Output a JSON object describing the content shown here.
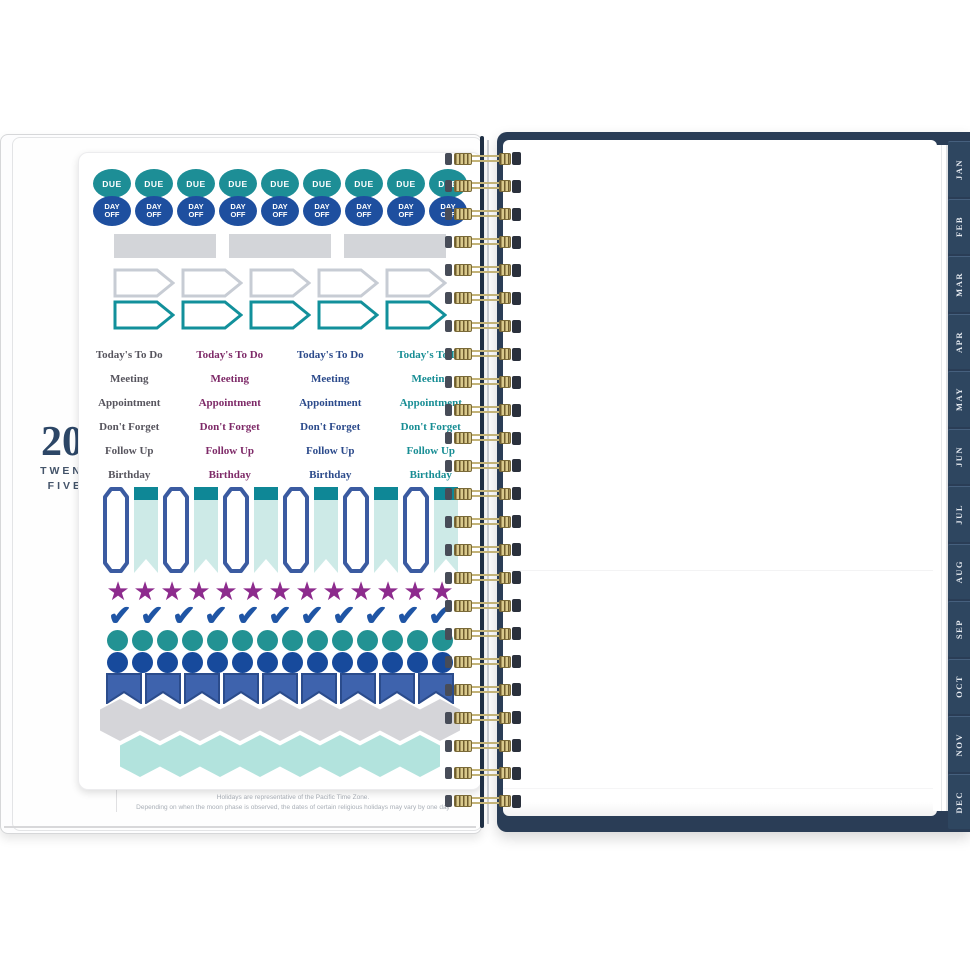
{
  "palette": {
    "teal": "#1d8e96",
    "navy_blue": "#1e4f9f",
    "gray_sticker": "#d3d5d9",
    "light_gray_outline": "#c7ccd4",
    "teal_outline": "#12909b",
    "plum": "#7e2a68",
    "label_gray": "#57555e",
    "label_navy": "#2b4a8b",
    "label_teal": "#178d94",
    "capsule_navy": "#3b5ba1",
    "banner_mint": "#cdeae7",
    "banner_teal": "#0e8796",
    "star_purple": "#8d2b8d",
    "check_blue": "#1f55a5",
    "dot_teal": "#229293",
    "dot_navy": "#174a9c",
    "flag_blue": "#3e63ad",
    "flag_border": "#2b4c8c",
    "hex_gray": "#d5d5d9",
    "hex_mint": "#b2e3dd",
    "cover_navy": "#2a3d56",
    "tab_navy": "#2e4660",
    "spine_navy": "#1f2f44"
  },
  "cover": {
    "year_top": "20",
    "word_top": "TWEN",
    "word_bottom": "FIVE"
  },
  "sheet": {
    "due_row": {
      "count": 9,
      "label": "DUE"
    },
    "dayoff_row": {
      "count": 9,
      "label": "DAY OFF"
    },
    "gray_rects": {
      "count": 3
    },
    "gray_arrows": {
      "count": 5
    },
    "teal_arrows": {
      "count": 5
    },
    "label_grid": {
      "columns": 4,
      "labels": [
        "Today's To Do",
        "Meeting",
        "Appointment",
        "Don't Forget",
        "Follow Up",
        "Birthday"
      ]
    },
    "capsule_banner_row": {
      "pairs": 6
    },
    "stars": {
      "count": 13,
      "glyph": "★"
    },
    "checks": {
      "count": 11,
      "glyph": "✔"
    },
    "teal_dots": {
      "count": 14
    },
    "navy_dots": {
      "count": 14
    },
    "flags": {
      "count": 9
    },
    "gray_hexes": {
      "count": 9
    },
    "mint_hexes": {
      "count": 8
    },
    "footnote_line1": "Holidays are representative of the Pacific Time Zone.",
    "footnote_line2": "Depending on when the moon phase is observed, the dates of certain religious holidays may vary by one day"
  },
  "binding": {
    "coil_count": 24
  },
  "tabs": {
    "months": [
      "JAN",
      "FEB",
      "MAR",
      "APR",
      "MAY",
      "JUN",
      "JUL",
      "AUG",
      "SEP",
      "OCT",
      "NOV",
      "DEC"
    ]
  }
}
